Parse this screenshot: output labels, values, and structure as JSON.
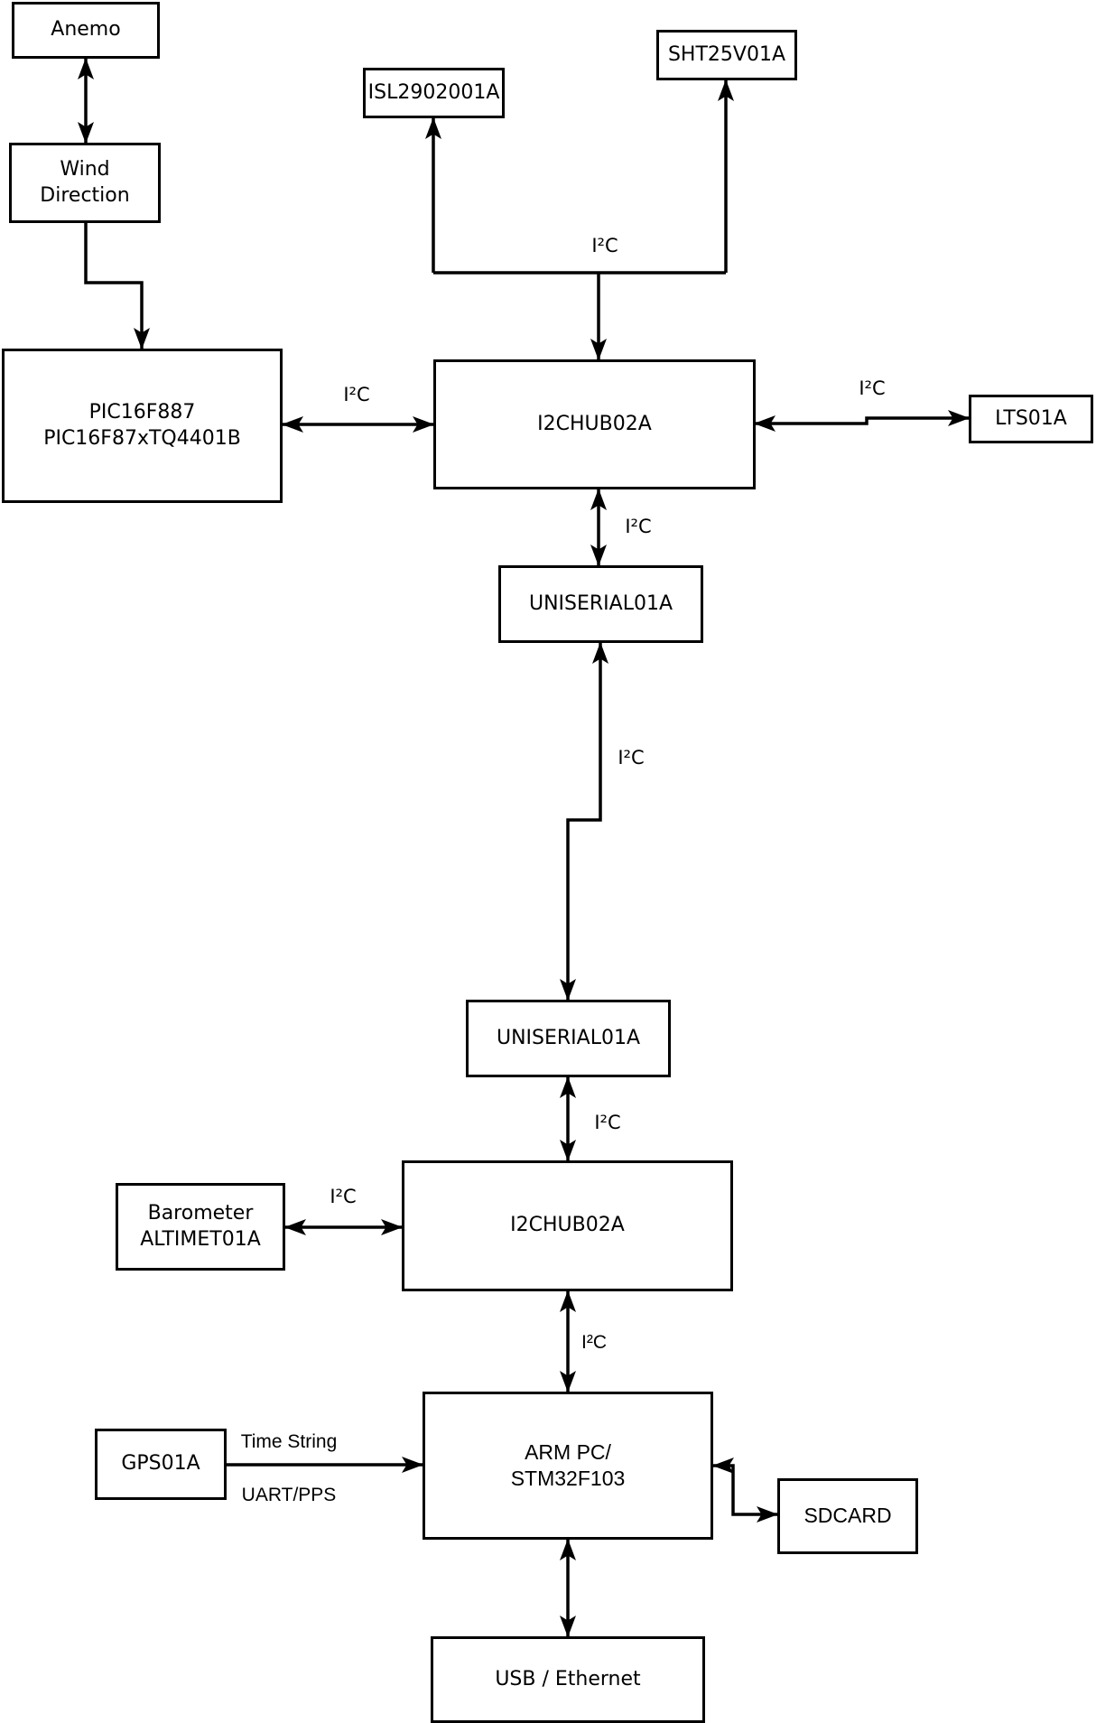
{
  "nodes": {
    "anemo": {
      "lines": [
        "Anemo"
      ]
    },
    "wind_direction": {
      "lines": [
        "Wind",
        "Direction"
      ]
    },
    "pic": {
      "lines": [
        "PIC16F887",
        "PIC16F87xTQ4401B"
      ]
    },
    "isl": {
      "lines": [
        "ISL2902001A"
      ]
    },
    "sht": {
      "lines": [
        "SHT25V01A"
      ]
    },
    "i2chub_top": {
      "lines": [
        "I2CHUB02A"
      ]
    },
    "lts": {
      "lines": [
        "LTS01A"
      ]
    },
    "uniserial_top": {
      "lines": [
        "UNISERIAL01A"
      ]
    },
    "uniserial_bottom": {
      "lines": [
        "UNISERIAL01A"
      ]
    },
    "i2chub_bottom": {
      "lines": [
        "I2CHUB02A"
      ]
    },
    "barometer": {
      "lines": [
        "Barometer",
        "ALTIMET01A"
      ]
    },
    "arm_pc": {
      "lines": [
        "ARM PC/",
        "STM32F103"
      ]
    },
    "gps": {
      "lines": [
        "GPS01A"
      ]
    },
    "sdcard": {
      "lines": [
        "SDCARD"
      ]
    },
    "usb_ethernet": {
      "lines": [
        "USB / Ethernet"
      ]
    }
  },
  "edge_labels": {
    "i2c_sensor_bus": "I²C",
    "i2c_pic_hub": "I²C",
    "i2c_hub_lts": "I²C",
    "i2c_hub_uniserial": "I²C",
    "i2c_uniserial_link": "I²C",
    "i2c_uniserial_hub2": "I²C",
    "i2c_barometer_hub2": "I²C",
    "i2c_hub2_arm": "I²C",
    "gps_time_string": "Time String",
    "gps_uart_pps": "UART/PPS"
  },
  "colors": {
    "line": "#000000",
    "background": "#ffffff",
    "box_fill": "#ffffff"
  }
}
